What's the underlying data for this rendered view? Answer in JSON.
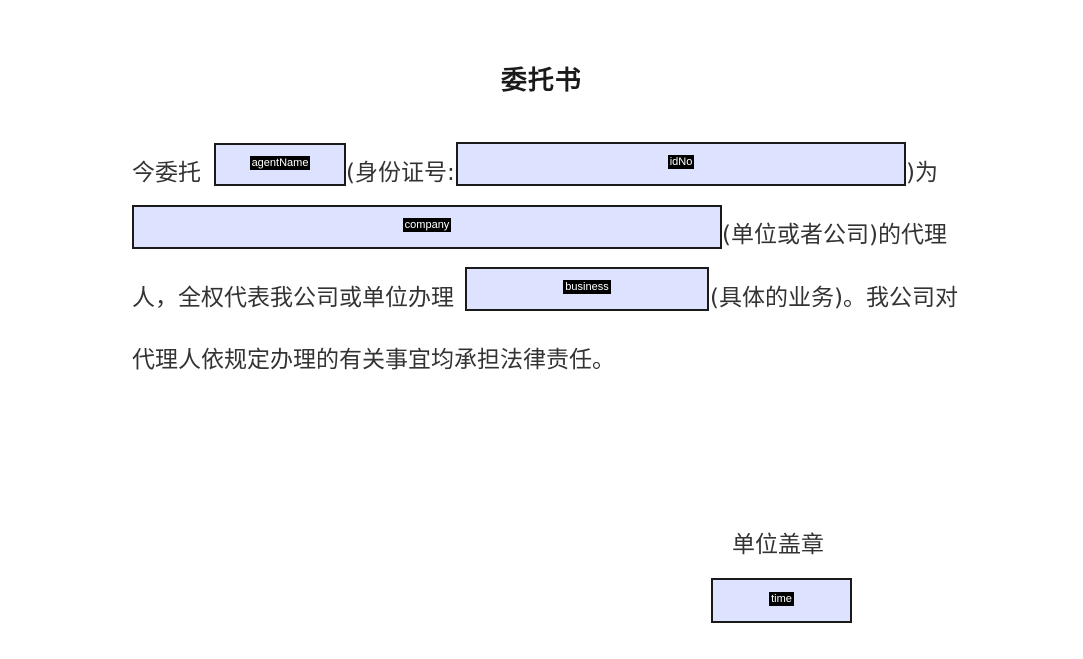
{
  "document": {
    "title": "委托书",
    "line1": {
      "prefix": "今委托",
      "id_open": "(身份证号:",
      "suffix": ")为"
    },
    "line2": {
      "suffix": "(单位或者公司)的代理"
    },
    "line3": {
      "prefix": "人，全权代表我公司或单位办理",
      "suffix": "(具体的业务)。我公司对"
    },
    "line4": {
      "text": "代理人依规定办理的有关事宜均承担法律责任。"
    },
    "stamp_label": "单位盖章"
  },
  "fields": {
    "agentName": "agentName",
    "idNo": "idNo",
    "company": "company",
    "business": "business",
    "time": "time"
  }
}
